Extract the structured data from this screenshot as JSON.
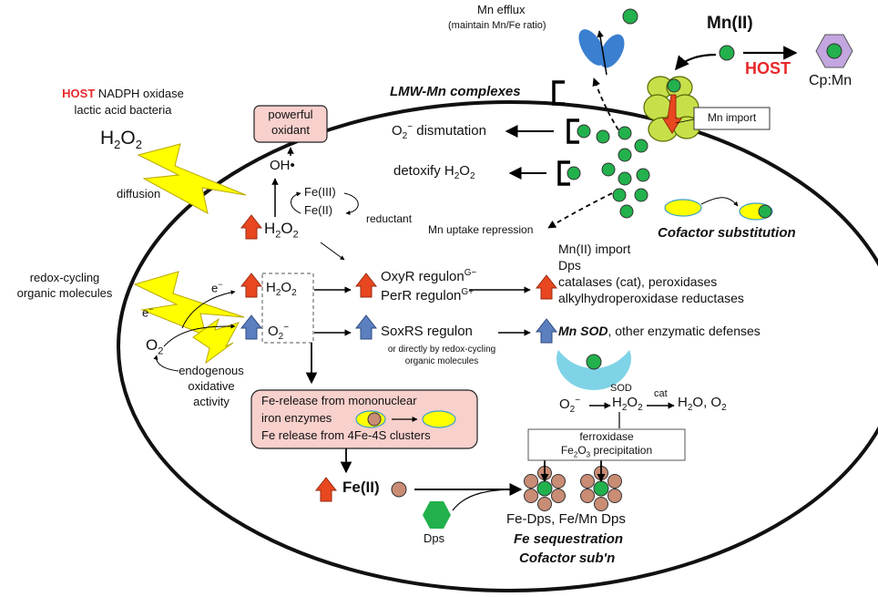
{
  "host_left": {
    "host": "HOST",
    "rest": " NADPH oxidase",
    "line2": "lactic acid bacteria"
  },
  "h2o2_outside": {
    "base": "H",
    "sub1": "2",
    "mid": "O",
    "sub2": "2"
  },
  "diffusion": "diffusion",
  "redox": {
    "line1": "redox-cycling",
    "line2": "organic molecules"
  },
  "electron": "e",
  "electron_sup": "−",
  "o2": {
    "base": "O",
    "sub": "2"
  },
  "endogenous": {
    "line1": "endogenous",
    "line2": "oxidative",
    "line3": "activity"
  },
  "powerful_oxidant": {
    "line1": "powerful",
    "line2": "oxidant"
  },
  "oh_radical": "OH•",
  "fe3": "Fe(III)",
  "fe2": "Fe(II)",
  "reductant": "reductant",
  "h2o2_in": {
    "base": "H",
    "sub1": "2",
    "mid": "O",
    "sub2": "2"
  },
  "box_h2o2": {
    "base": "H",
    "sub1": "2",
    "mid": "O",
    "sub2": "2"
  },
  "box_o2minus": {
    "base": "O",
    "sub": "2",
    "sup": "−"
  },
  "oxyr": {
    "base": "OxyR regulon",
    "sup": "G−"
  },
  "perr": {
    "base": "PerR regulon",
    "sup": "G+"
  },
  "soxrs": "SoxRS regulon",
  "soxrs_note": {
    "line1": "or directly by redox-cycling",
    "line2": "organic molecules"
  },
  "responses": {
    "l1": "Mn(II) import",
    "l2": "Dps",
    "l3": "catalases (cat), peroxidases",
    "l4": "alkylhydroperoxidase reductases",
    "l5_bi": "Mn SOD",
    "l5_rest": ", other enzymatic defenses"
  },
  "fe_release": {
    "l1": "Fe-release from mononuclear",
    "l2": "iron enzymes",
    "l3": "Fe release from 4Fe-4S clusters"
  },
  "fe2_bold": "Fe(II)",
  "dps_label": "Dps",
  "fe_dps": "Fe-Dps, Fe/Mn Dps",
  "fe_seq": "Fe sequestration",
  "cofactor_subn": "Cofactor sub'n",
  "sod_row": {
    "o2": "O",
    "o2_sub": "2",
    "o2_sup": "−",
    "h": "H",
    "s1": "2",
    "o": "O",
    "s2": "2",
    "products": "H",
    "p_sub": "2",
    "products2": "O, O",
    "p_sub2": "2"
  },
  "sod_label": "SOD",
  "cat_label": "cat",
  "ferroxidase": "ferroxidase",
  "fe2o3": {
    "a": "Fe",
    "s1": "2",
    "b": "O",
    "s2": "3",
    "c": " precipitation"
  },
  "mn_efflux": "Mn efflux",
  "mn_ratio": "(maintain Mn/Fe ratio)",
  "mn2_bold": "Mn(II)",
  "host_right": "HOST",
  "cp_mn": "Cp:Mn",
  "lmw": "LMW-Mn complexes",
  "o2_dismutation": {
    "o": "O",
    "sub": "2",
    "sup": "−",
    "rest": " dismutation"
  },
  "detoxify": {
    "a": "detoxify H",
    "s1": "2",
    "b": "O",
    "s2": "2"
  },
  "mn_import_box": "Mn import",
  "mn_uptake_rep": "Mn uptake repression",
  "cofactor_sub": "Cofactor substitution",
  "colors": {
    "green": "#22b14c",
    "red_arrow": "#e8471f",
    "blue_arrow": "#5b7fbf",
    "yellow": "#ffff00",
    "salmon": "#f8d0cc",
    "brown": "#c98c74",
    "purple": "#c3a6e0",
    "light_blue": "#7fd3e6",
    "host_red": "#e8282b"
  }
}
